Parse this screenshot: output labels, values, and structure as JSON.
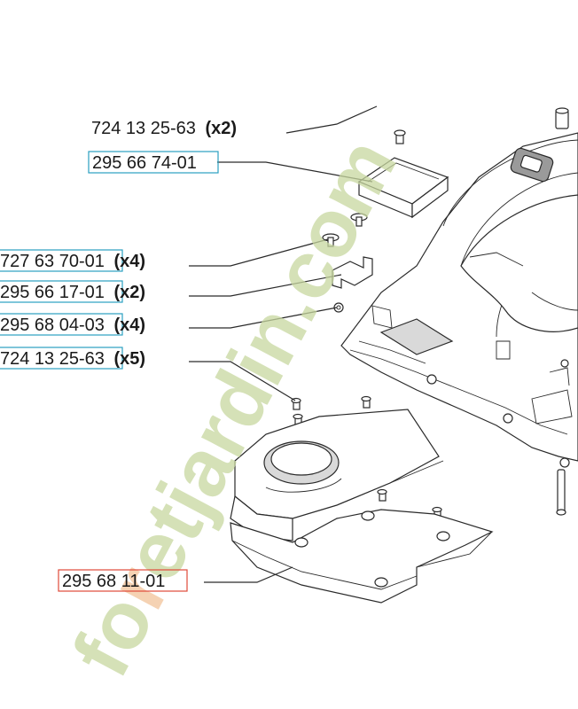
{
  "callouts": [
    {
      "number": "724 13 25-63",
      "qty": "(x2)",
      "box": ""
    },
    {
      "number": "295 66 74-01",
      "qty": "",
      "box": "#2a9fc0"
    },
    {
      "number": "727 63 70-01",
      "qty": "(x4)",
      "box": "#2a9fc0"
    },
    {
      "number": "295 66 17-01",
      "qty": "(x2)",
      "box": "#2a9fc0"
    },
    {
      "number": "295 68 04-03",
      "qty": "(x4)",
      "box": "#2a9fc0"
    },
    {
      "number": "724 13 25-63",
      "qty": "(x5)",
      "box": "#2a9fc0"
    },
    {
      "number": "295 68 11-01",
      "qty": "",
      "box": "#e04a3a"
    }
  ],
  "watermark": {
    "prefix": "fo",
    "accent": "r",
    "suffix": "etjardin.com",
    "color": "#c8d8a0",
    "accent_color": "#f2c49a"
  }
}
